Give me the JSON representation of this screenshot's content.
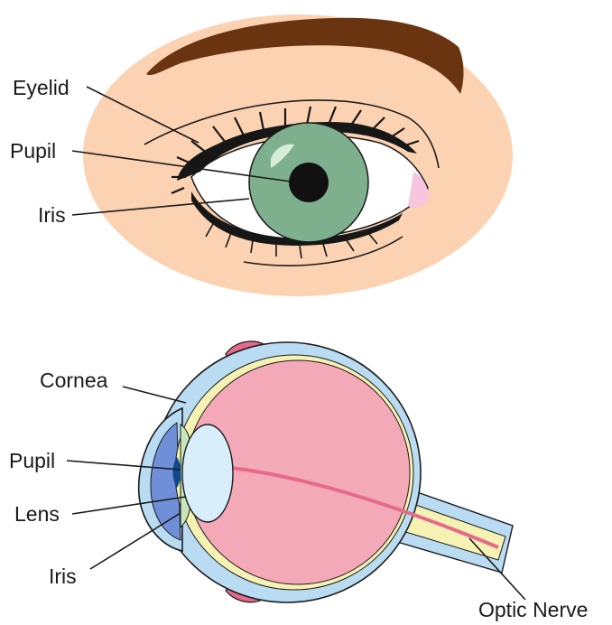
{
  "external_view": {
    "labels": {
      "eyelid": "Eyelid",
      "pupil": "Pupil",
      "iris": "Iris"
    }
  },
  "cross_section": {
    "labels": {
      "cornea": "Cornea",
      "pupil": "Pupil",
      "lens": "Lens",
      "iris": "Iris",
      "optic_nerve": "Optic Nerve"
    }
  },
  "colors": {
    "skin": "#fbd2b2",
    "eyebrow": "#6b3410",
    "iris_green": "#7fb08e",
    "eyeball_pink": "#f4a9b8",
    "vitreous_border": "#f6f2b4",
    "sclera_blue": "#b9dcf2",
    "lens_blue": "#d8eefa",
    "cornea_blue": "#6f8fd8",
    "muscle_pink": "#e56a8c"
  }
}
